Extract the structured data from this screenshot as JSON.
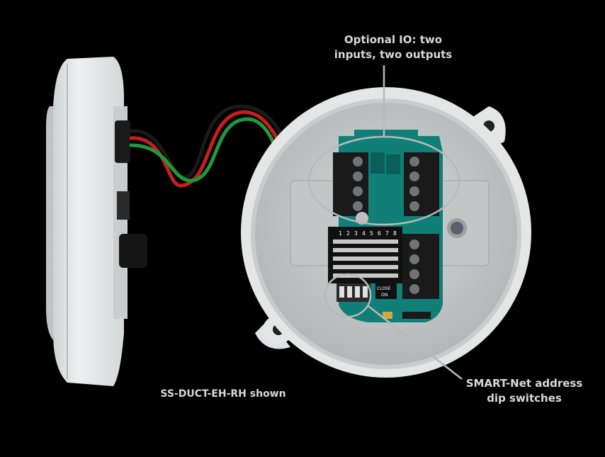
{
  "annotations": {
    "optional_io_line1": "Optional IO: two",
    "optional_io_line2": "inputs, two outputs",
    "smartnet_line1": "SMART-Net address",
    "smartnet_line2": "dip switches",
    "model_caption": "SS-DUCT-EH-RH shown"
  },
  "board": {
    "dip_numbers": [
      "1",
      "2",
      "3",
      "4",
      "5",
      "6",
      "7",
      "8"
    ],
    "switch_text_1": "CLOSE",
    "switch_text_2": "ON"
  },
  "colors": {
    "background": "#000000",
    "housing": "#e4e6e6",
    "pcb": "#0f7f78",
    "terminal": "#1a1a1a",
    "wire_red": "#c81e1e",
    "wire_green": "#1f9a3a",
    "callout": "#b9b9b9"
  }
}
